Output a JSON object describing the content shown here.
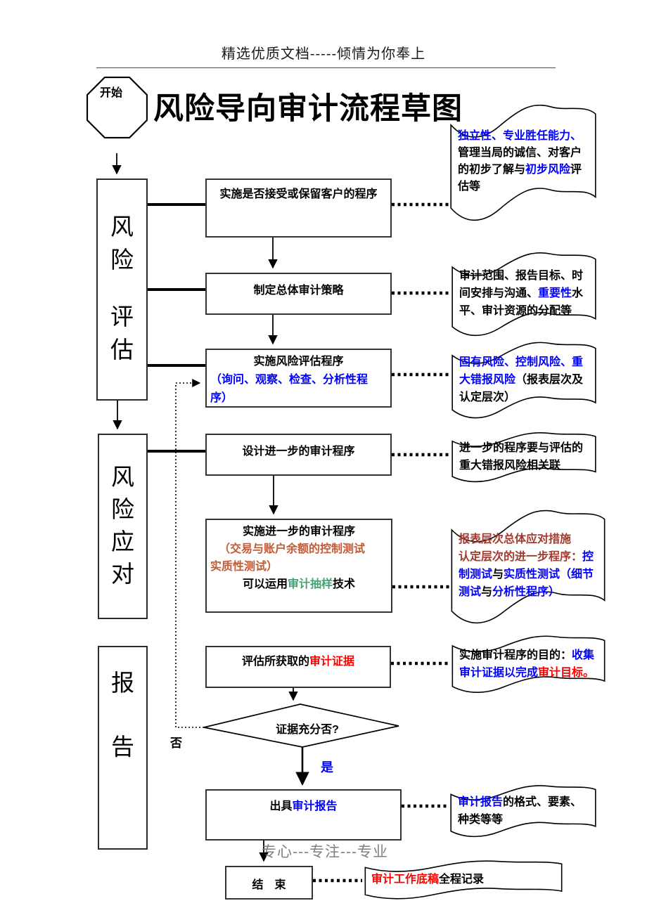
{
  "header": {
    "text": "精选优质文档-----倾情为你奉上"
  },
  "title": "风险导向审计流程草图",
  "watermark": "专心---专注---专业",
  "colors": {
    "blue": "#0000FF",
    "red": "#FF0000",
    "orange_brown": "#C25B35",
    "green": "#43A373",
    "dark_red": "#A23B2E",
    "gray": "#808080"
  },
  "flow": {
    "start_label": "开始",
    "lanes": [
      {
        "id": "risk-assessment",
        "label": "风险评估"
      },
      {
        "id": "risk-response",
        "label": "风险应对"
      },
      {
        "id": "reporting",
        "label": "报告"
      }
    ],
    "steps": {
      "accept": {
        "lines": [
          {
            "align": "center",
            "segments": [
              {
                "t": "实施是否接受或保留客户的程序"
              }
            ]
          }
        ]
      },
      "strategy": {
        "lines": [
          {
            "align": "center",
            "segments": [
              {
                "t": "制定总体审计策略"
              }
            ]
          }
        ]
      },
      "risk_proc": {
        "lines": [
          {
            "align": "center",
            "segments": [
              {
                "t": "实施风险评估程序"
              }
            ]
          },
          {
            "align": "left",
            "segments": [
              {
                "t": "（询问、观察、检查、分析性程",
                "c": "#0000FF"
              }
            ]
          },
          {
            "align": "left",
            "segments": [
              {
                "t": "序）",
                "c": "#0000FF"
              }
            ]
          }
        ]
      },
      "design": {
        "lines": [
          {
            "align": "center",
            "segments": [
              {
                "t": "设计进一步的审计程序"
              }
            ]
          }
        ]
      },
      "further": {
        "lines": [
          {
            "align": "center",
            "segments": [
              {
                "t": "实施进一步的审计程序"
              }
            ]
          },
          {
            "align": "indent",
            "segments": [
              {
                "t": "（交易与账户余额的控制测试",
                "c": "#C25B35"
              }
            ]
          },
          {
            "align": "left",
            "segments": [
              {
                "t": "实质性测试）",
                "c": "#C25B35"
              }
            ]
          },
          {
            "align": "center",
            "segments": [
              {
                "t": "可以运用"
              },
              {
                "t": "审计抽样",
                "c": "#43A373"
              },
              {
                "t": "技术"
              }
            ]
          }
        ]
      },
      "evaluate": {
        "lines": [
          {
            "align": "center",
            "segments": [
              {
                "t": "评估所获取的"
              },
              {
                "t": "审计证据",
                "c": "#FF0000"
              }
            ]
          }
        ]
      },
      "report": {
        "lines": [
          {
            "align": "center",
            "segments": [
              {
                "t": "出具"
              },
              {
                "t": "审计报告",
                "c": "#0000FF"
              }
            ]
          }
        ]
      },
      "end": {
        "lines": [
          {
            "align": "center",
            "segments": [
              {
                "t": "结　束"
              }
            ]
          }
        ]
      }
    },
    "decision": {
      "label": "证据充分否?",
      "yes": "是",
      "no": "否"
    },
    "callouts": {
      "c1": {
        "lines": [
          {
            "segments": [
              {
                "t": "独立性、专业胜任能力、",
                "c": "#0000FF"
              }
            ]
          },
          {
            "segments": [
              {
                "t": "管理当局的诚信、对客户"
              }
            ]
          },
          {
            "segments": [
              {
                "t": "的初步了解与"
              },
              {
                "t": "初步风险",
                "c": "#0000FF"
              },
              {
                "t": "评"
              }
            ]
          },
          {
            "segments": [
              {
                "t": "估等"
              }
            ]
          }
        ]
      },
      "c2": {
        "lines": [
          {
            "segments": [
              {
                "t": "审计范围、报告目标、时"
              }
            ]
          },
          {
            "segments": [
              {
                "t": "间安排与沟通、"
              },
              {
                "t": "重要性",
                "c": "#0000FF"
              },
              {
                "t": "水"
              }
            ]
          },
          {
            "segments": [
              {
                "t": "平、审计资源的分配等"
              }
            ]
          }
        ]
      },
      "c3": {
        "lines": [
          {
            "segments": [
              {
                "t": "固有风险、控制风险、重",
                "c": "#0000FF"
              }
            ]
          },
          {
            "segments": [
              {
                "t": "大错报风险",
                "c": "#0000FF"
              },
              {
                "t": "（报表层次及"
              }
            ]
          },
          {
            "segments": [
              {
                "t": "认定层次）"
              }
            ]
          }
        ]
      },
      "c4": {
        "lines": [
          {
            "segments": [
              {
                "t": "进一步的程序要与评估的"
              }
            ]
          },
          {
            "segments": [
              {
                "t": "重大错报风险相关联"
              }
            ]
          }
        ]
      },
      "c5": {
        "lines": [
          {
            "segments": [
              {
                "t": "报表层次总体应对措施",
                "c": "#A23B2E"
              }
            ]
          },
          {
            "segments": [
              {
                "t": "认定层次的进一步程序：",
                "c": "#A23B2E"
              },
              {
                "t": "控",
                "c": "#0000FF"
              }
            ]
          },
          {
            "segments": [
              {
                "t": "制测试",
                "c": "#0000FF"
              },
              {
                "t": "与"
              },
              {
                "t": "实质性测试（细节",
                "c": "#0000FF"
              }
            ]
          },
          {
            "segments": [
              {
                "t": "测试",
                "c": "#0000FF"
              },
              {
                "t": "与"
              },
              {
                "t": "分析性程序）",
                "c": "#0000FF"
              }
            ]
          }
        ]
      },
      "c6": {
        "lines": [
          {
            "segments": [
              {
                "t": "实施审计程序的目的："
              },
              {
                "t": "收集",
                "c": "#0000FF"
              }
            ]
          },
          {
            "segments": [
              {
                "t": "审计证据以完成",
                "c": "#0000FF"
              },
              {
                "t": "审计目标。",
                "c": "#FF0000"
              }
            ]
          }
        ]
      },
      "c7": {
        "lines": [
          {
            "segments": [
              {
                "t": "审计报告",
                "c": "#0000FF"
              },
              {
                "t": "的格式、要素、"
              }
            ]
          },
          {
            "segments": [
              {
                "t": "种类等等"
              }
            ]
          }
        ]
      },
      "c8": {
        "lines": [
          {
            "segments": [
              {
                "t": "审计工作底稿",
                "c": "#FF0000"
              },
              {
                "t": "全程记录"
              }
            ]
          }
        ]
      }
    }
  }
}
